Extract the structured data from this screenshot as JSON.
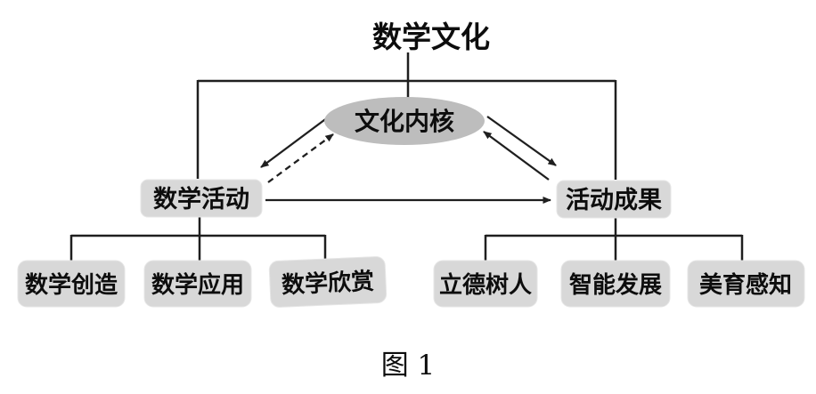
{
  "diagram": {
    "title": "数学文化",
    "caption": "图 1",
    "core_node": "文化内核",
    "branches": {
      "left": {
        "label": "数学活动",
        "children": [
          "数学创造",
          "数学应用",
          "数学欣赏"
        ]
      },
      "right": {
        "label": "活动成果",
        "children": [
          "立德树人",
          "智能发展",
          "美育感知"
        ]
      }
    },
    "relations": {
      "core_to_left": "solid-arrow",
      "left_to_core": "dashed-arrow",
      "core_to_right": "solid-arrow",
      "right_to_core": "solid-arrow",
      "left_to_right": "solid-arrow"
    },
    "colors": {
      "line": "#1f1f1f",
      "text": "#0d0d0d",
      "core_fill": "#bdbdbd",
      "node_fill": "#d8d8d8",
      "background": "#ffffff"
    }
  }
}
